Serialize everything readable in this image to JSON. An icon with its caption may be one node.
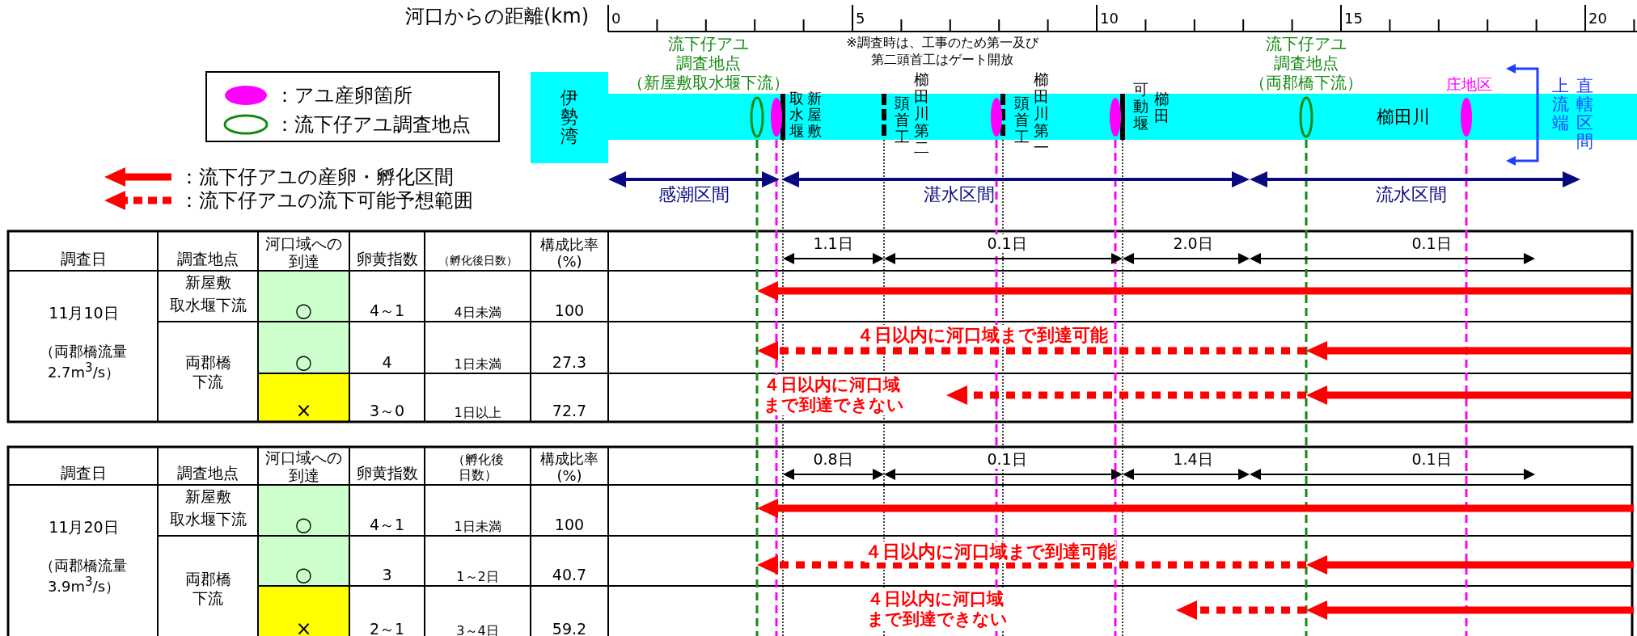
{
  "diagram": {
    "nodes": [
      {
        "text": [
          "伊勢湾"
        ]
      },
      {
        "text": [
          "櫛田川"
        ]
      }
    ],
    "labels": [
      "河口からの距離(km)",
      "0",
      "5",
      "10",
      "15",
      "20",
      "流下仔アユ調査地点",
      "（新屋敷取水堰下流）",
      "※調査時は、工事のため第一及び第二頭首工はゲート開放",
      "流下仔アユ調査地点",
      "（両郡橋下流）",
      "取水堰",
      "新屋敷",
      "櫛田川第二",
      "頭首工",
      "櫛田川第一",
      "頭首工",
      "櫛田",
      "可動堰",
      "庄地区",
      "上流端",
      "直轄区間",
      "感潮区間",
      "湛水区間",
      "流水区間",
      "調査日",
      "調査地点",
      "河口域への到達",
      "卵黄指数",
      "（孵化後日数）",
      "構成比率(%)",
      "1.1日",
      "0.1日",
      "2.0日",
      "0.1日",
      "11月10日",
      "（両郡橋流量2.7m$^{3}$/s）",
      "新屋敷",
      "取水堰下流",
      "○",
      "4～1",
      "4日未満",
      "100",
      "両郡橋下流",
      "○",
      "4",
      "1日未満",
      "27.3",
      "４日以内に河口域まで到達可能",
      "×",
      "3～0",
      "1日以上",
      "72.7",
      "４日以内に河口域まで到達できない",
      "調査日",
      "調査地点",
      "河口域への到達",
      "卵黄指数",
      "（孵化後日数）",
      "構成比率(%)",
      "0.8日",
      "0.1日",
      "1.4日",
      "0.1日",
      "11月20日",
      "（両郡橋流量3.9m$^{3}$/s）",
      "新屋敷",
      "取水堰下流",
      "○",
      "4～1",
      "1日未満",
      "100",
      "両郡橋下流",
      "○",
      "3",
      "1～2日",
      "40.7",
      "４日以内に河口域まで到達可能",
      "×",
      "2～1",
      "3～4日",
      "59.2",
      "４日以内に河口域まで到達できない"
    ],
    "legend": [
      {
        "text": "：アユ産卵箇所"
      },
      {
        "text": "：流下仔アユ調査地点"
      },
      {
        "text": "：流下仔アユの産卵・孵化区間"
      },
      {
        "text": "：流下仔アユの流下可能予想範囲"
      }
    ]
  }
}
